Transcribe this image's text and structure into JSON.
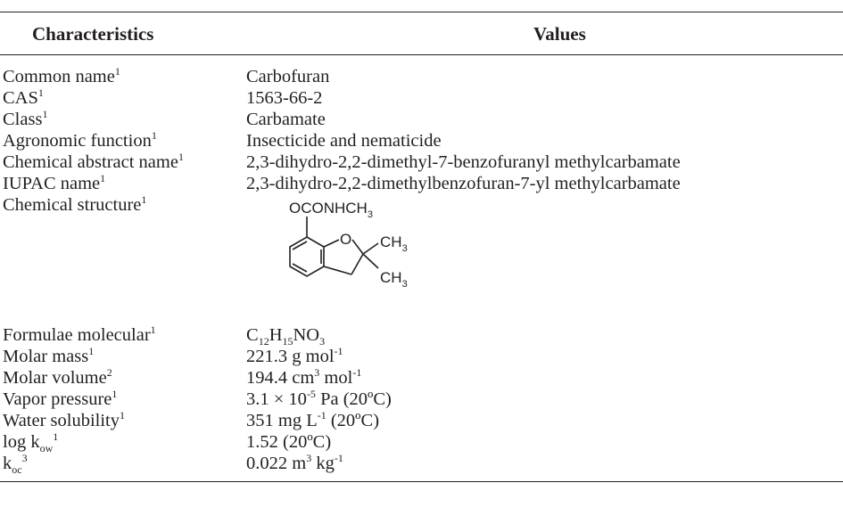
{
  "header": {
    "col1": "Characteristics",
    "col2": "Values"
  },
  "rows": [
    {
      "label": "Common name",
      "label_sup": "1",
      "value": "Carbofuran"
    },
    {
      "label": "CAS",
      "label_sup": "1",
      "value": "1563-66-2"
    },
    {
      "label": "Class",
      "label_sup": "1",
      "value": "Carbamate"
    },
    {
      "label": "Agronomic function",
      "label_sup": "1",
      "value": "Insecticide and nematicide"
    },
    {
      "label": "Chemical abstract name",
      "label_sup": "1",
      "value": "2,3-dihydro-2,2-dimethyl-7-benzofuranyl methylcarbamate"
    },
    {
      "label": "IUPAC name",
      "label_sup": "1",
      "value": "2,3-dihydro-2,2-dimethylbenzofuran-7-yl methylcarbamate"
    },
    {
      "label": "Chemical structure",
      "label_sup": "1"
    }
  ],
  "structure": {
    "top_group": "OCONHCH",
    "top_group_sub": "3",
    "ring_atom": "O",
    "methyl_a": "CH",
    "methyl_a_sub": "3",
    "methyl_b": "CH",
    "methyl_b_sub": "3"
  },
  "rows2": {
    "formula": {
      "label": "Formulae molecular",
      "label_sup": "1",
      "v1": "C",
      "s1": "12",
      "v2": "H",
      "s2": "15",
      "v3": "NO",
      "s3": "3"
    },
    "molar_mass": {
      "label": "Molar mass",
      "label_sup": "1",
      "value": "221.3 g mol",
      "value_sup": "-1"
    },
    "molar_volume": {
      "label": "Molar volume",
      "label_sup": "2",
      "v1": "194.4 cm",
      "s1": "3",
      "v2": " mol",
      "s2": "-1"
    },
    "vapor_pressure": {
      "label": "Vapor pressure",
      "label_sup": "1",
      "v1": "3.1 × 10",
      "s1": "-5",
      "v2": " Pa (20ºC)"
    },
    "water_solubility": {
      "label": "Water solubility",
      "label_sup": "1",
      "v1": "351 mg L",
      "s1": "-1",
      "v2": " (20ºC)"
    },
    "log_kow": {
      "label": "log k",
      "label_sub": "ow",
      "label_sup": "1",
      "value": "1.52 (20ºC)"
    },
    "koc": {
      "label": "k",
      "label_sub": "oc",
      "label_sup": "3",
      "v1": "0.022 m",
      "s1": "3",
      "v2": " kg",
      "s2": "-1"
    }
  }
}
